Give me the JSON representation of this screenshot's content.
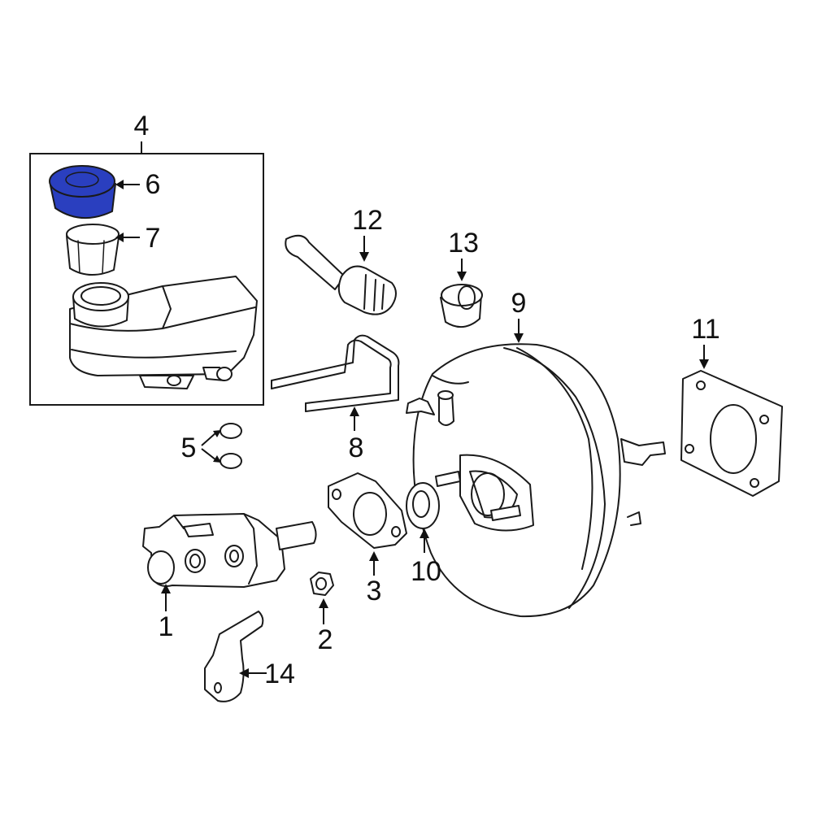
{
  "highlight_color": "#2a3fbf",
  "callouts": [
    {
      "id": "1",
      "text": "1"
    },
    {
      "id": "2",
      "text": "2"
    },
    {
      "id": "3",
      "text": "3"
    },
    {
      "id": "4",
      "text": "4"
    },
    {
      "id": "5",
      "text": "5"
    },
    {
      "id": "6",
      "text": "6"
    },
    {
      "id": "7",
      "text": "7"
    },
    {
      "id": "8",
      "text": "8"
    },
    {
      "id": "9",
      "text": "9"
    },
    {
      "id": "10",
      "text": "10"
    },
    {
      "id": "11",
      "text": "11"
    },
    {
      "id": "12",
      "text": "12"
    },
    {
      "id": "13",
      "text": "13"
    },
    {
      "id": "14",
      "text": "14"
    }
  ]
}
